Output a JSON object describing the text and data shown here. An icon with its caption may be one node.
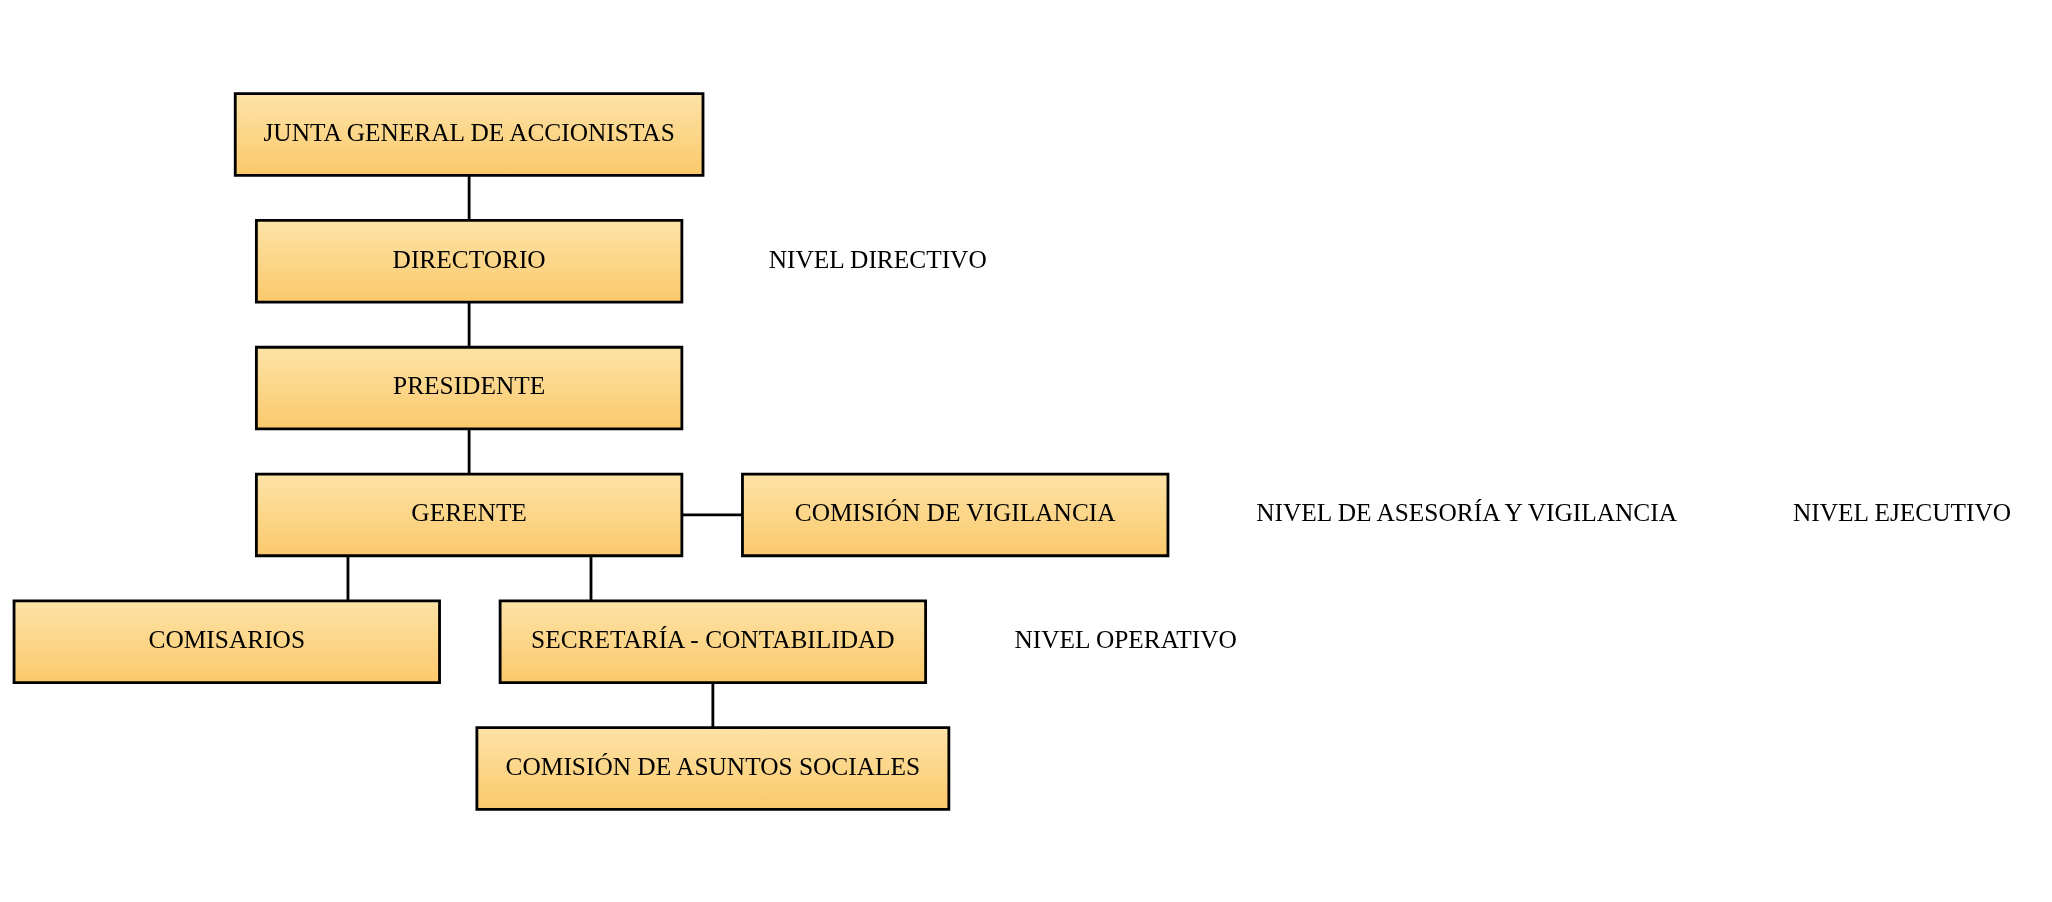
{
  "diagram": {
    "nodes": [
      {
        "text": [
          "JUNTA GENERAL DE ACCIONISTAS"
        ]
      },
      {
        "text": [
          "DIRECTORIO"
        ]
      },
      {
        "text": [
          "PRESIDENTE"
        ]
      },
      {
        "text": [
          "GERENTE"
        ]
      },
      {
        "text": [
          "COMISIÓN DE VIGILANCIA"
        ]
      },
      {
        "text": [
          "COMISARIOS"
        ]
      },
      {
        "text": [
          "SECRETARÍA - CONTABILIDAD"
        ]
      },
      {
        "text": [
          "COMISIÓN DE ASUNTOS SOCIALES"
        ]
      }
    ],
    "edges": [
      {
        "from": 0,
        "to": 1,
        "arrow": "none"
      },
      {
        "from": 1,
        "to": 2,
        "arrow": "none"
      },
      {
        "from": 2,
        "to": 3,
        "arrow": "none"
      },
      {
        "from": 3,
        "to": 4,
        "arrow": "none"
      },
      {
        "from": 3,
        "to": 5,
        "arrow": "none"
      },
      {
        "from": 3,
        "to": 6,
        "arrow": "none"
      },
      {
        "from": 6,
        "to": 7,
        "arrow": "none"
      }
    ],
    "labels": [
      "NIVEL DIRECTIVO",
      "NIVEL DE ASESORÍA Y VIGILANCIA",
      "NIVEL EJECUTIVO",
      "NIVEL OPERATIVO"
    ]
  }
}
